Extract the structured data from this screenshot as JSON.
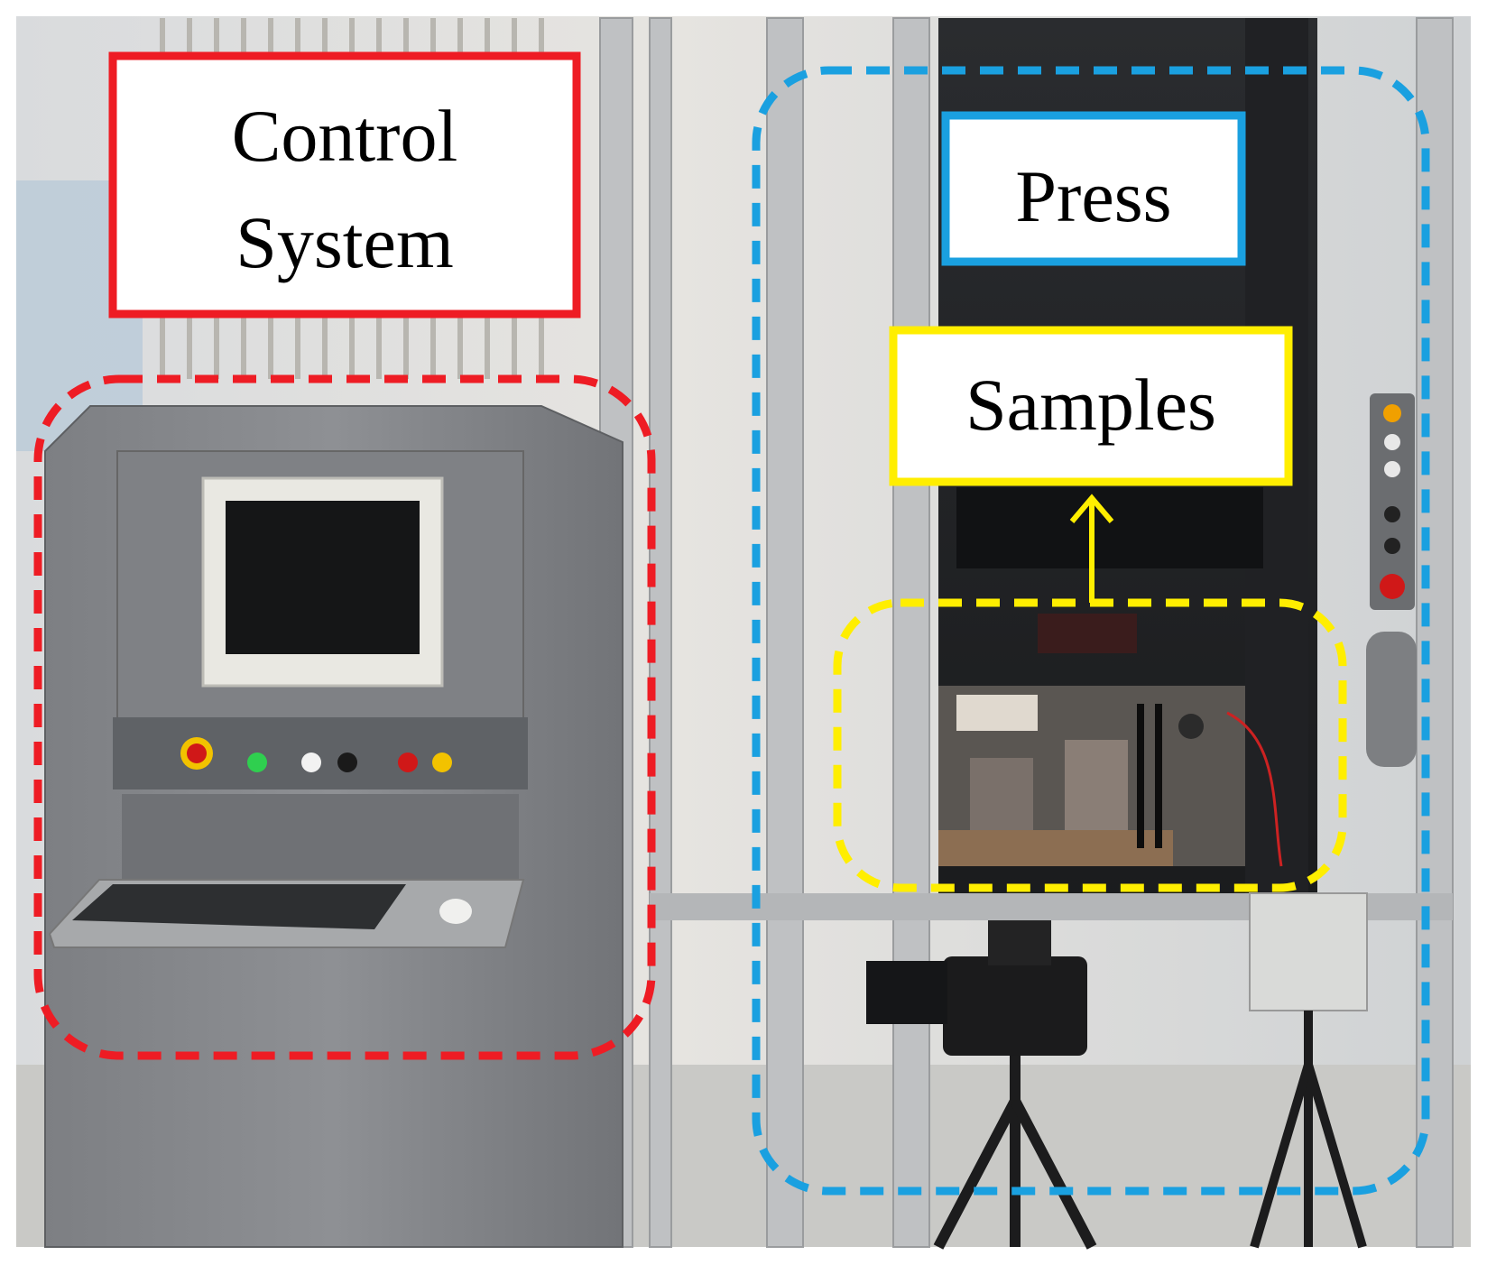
{
  "annotations": {
    "control_system": {
      "line1": "Control",
      "line2": "System",
      "color": "#ee1c24"
    },
    "press": {
      "label": "Press",
      "color": "#1aa0e0"
    },
    "samples": {
      "label": "Samples",
      "color": "#ffee00"
    }
  },
  "photo": {
    "subjects": [
      "control-cabinet",
      "monitor",
      "keyboard",
      "mouse",
      "press-frame",
      "camera",
      "tripod",
      "control-pendant"
    ]
  }
}
